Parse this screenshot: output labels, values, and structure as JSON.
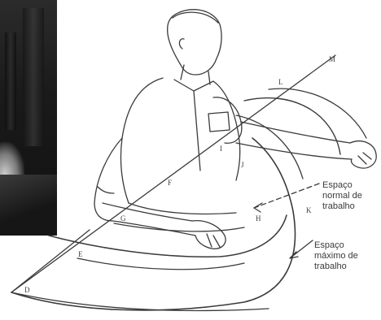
{
  "figure": {
    "labels": {
      "normal_space": [
        "Espaço",
        "normal de",
        "trabalho"
      ],
      "maximum_space": [
        "Espaço",
        "máximo de",
        "trabalho"
      ]
    },
    "point_letters": [
      "M",
      "L",
      "K",
      "J",
      "I",
      "H",
      "G",
      "F",
      "E",
      "D"
    ],
    "colors": {
      "ink": "#3a3a3a",
      "photo_dark": "#1a1a1a"
    }
  }
}
